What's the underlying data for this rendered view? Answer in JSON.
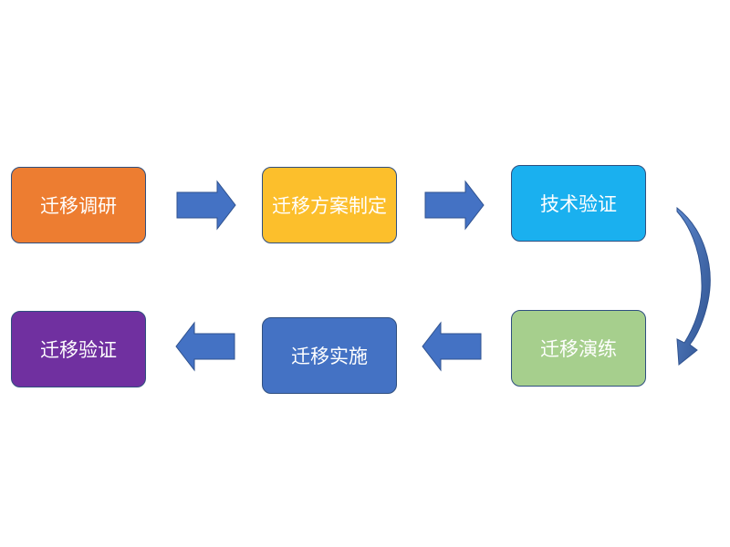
{
  "diagram": {
    "steps": [
      {
        "label": "迁移调研",
        "color": "#ed7d31"
      },
      {
        "label": "迁移方案制定",
        "color": "#fcbf2c"
      },
      {
        "label": "技术验证",
        "color": "#1ab0ef"
      },
      {
        "label": "迁移演练",
        "color": "#a6cf8d"
      },
      {
        "label": "迁移实施",
        "color": "#4472c4"
      },
      {
        "label": "迁移验证",
        "color": "#7030a0"
      }
    ],
    "arrow_color": "#4472c4",
    "arrow_outline": "#2f528f"
  }
}
